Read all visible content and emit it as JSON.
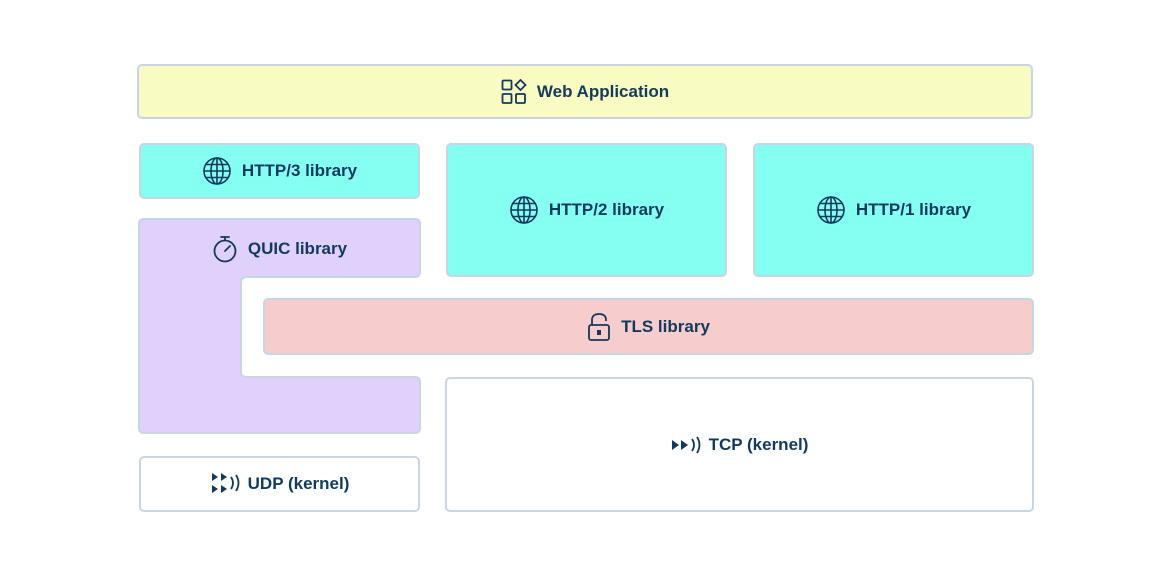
{
  "diagram": {
    "web_application": {
      "label": "Web Application",
      "icon": "apps-grid-icon",
      "color": "#f8fcc2"
    },
    "http3": {
      "label": "HTTP/3 library",
      "icon": "globe-icon",
      "color": "#86fff3"
    },
    "http2": {
      "label": "HTTP/2 library",
      "icon": "globe-icon",
      "color": "#86fff3"
    },
    "http1": {
      "label": "HTTP/1 library",
      "icon": "globe-icon",
      "color": "#86fff3"
    },
    "quic": {
      "label": "QUIC library",
      "icon": "stopwatch-icon",
      "color": "#e0d0fc"
    },
    "tls": {
      "label": "TLS library",
      "icon": "lock-icon",
      "color": "#f6cccc"
    },
    "udp": {
      "label": "UDP (kernel)",
      "icon": "packets-icon"
    },
    "tcp": {
      "label": "TCP (kernel)",
      "icon": "stream-icon"
    }
  }
}
